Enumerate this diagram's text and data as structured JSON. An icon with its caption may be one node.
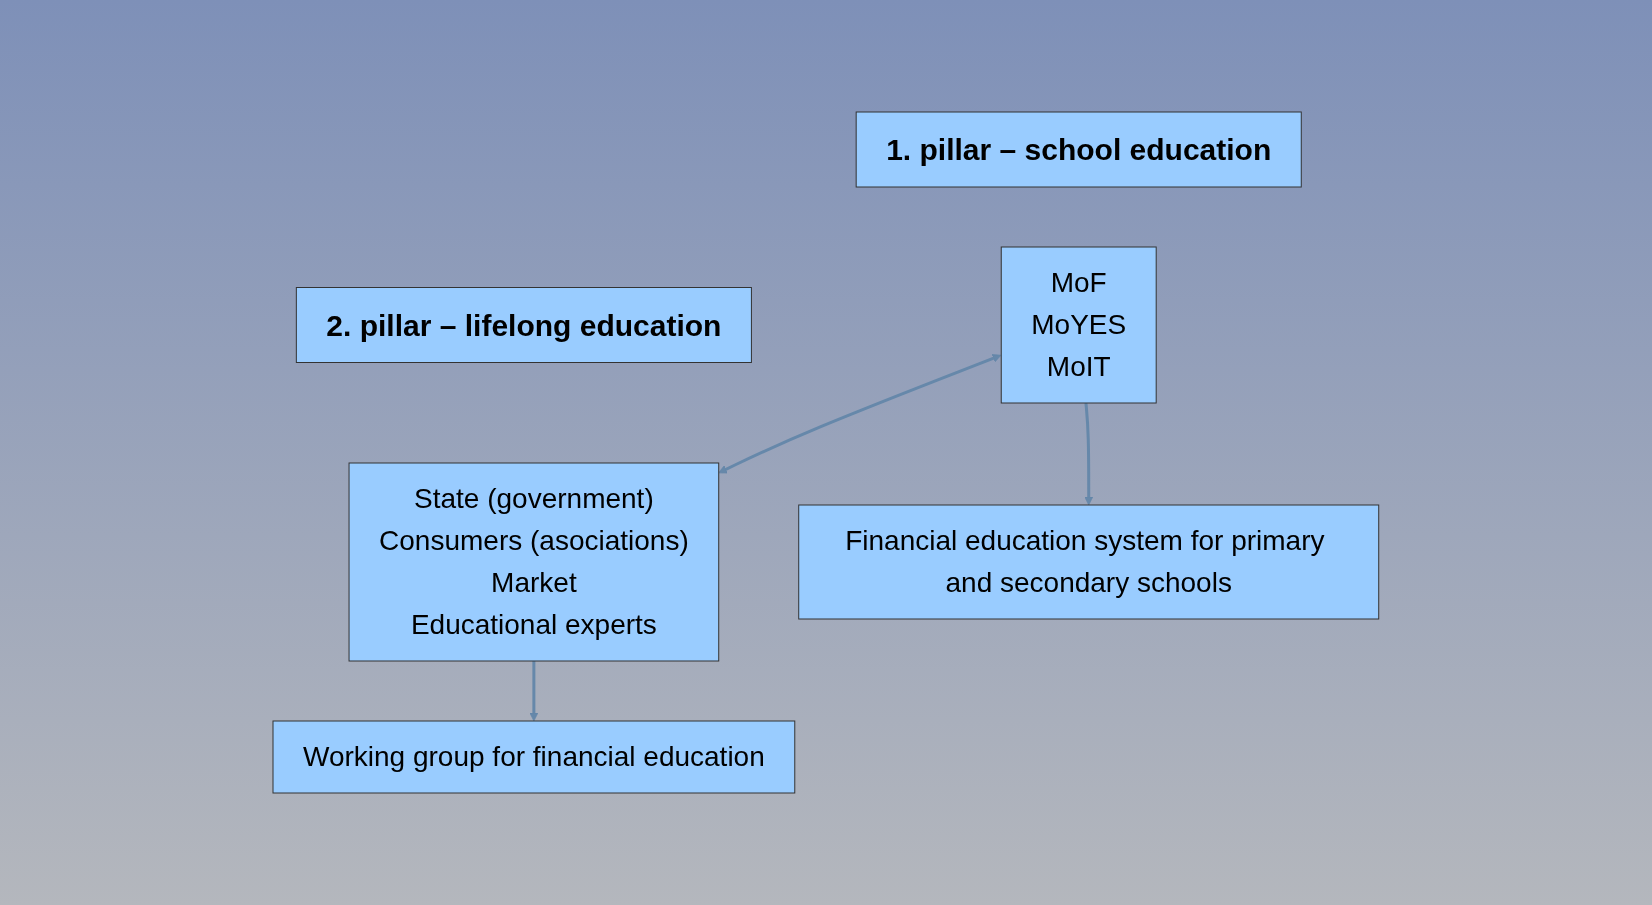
{
  "diagram": {
    "nodes": [
      {
        "text": [
          "1. pillar – school education"
        ]
      },
      {
        "text": [
          "2. pillar – lifelong education"
        ]
      },
      {
        "text": [
          "MoF",
          "MoYES",
          "MoIT"
        ]
      },
      {
        "text": [
          "State (government)",
          "Consumers (asociations)",
          "Market",
          "Educational experts"
        ]
      },
      {
        "text": [
          "Financial education system for primary and secondary schools"
        ]
      },
      {
        "text": [
          "Working group for financial education"
        ]
      }
    ],
    "edges": [
      {
        "from": 2,
        "to": 3,
        "arrow": "both"
      },
      {
        "from": 2,
        "to": 4,
        "arrow": "to"
      },
      {
        "from": 3,
        "to": 5,
        "arrow": "to"
      }
    ]
  }
}
